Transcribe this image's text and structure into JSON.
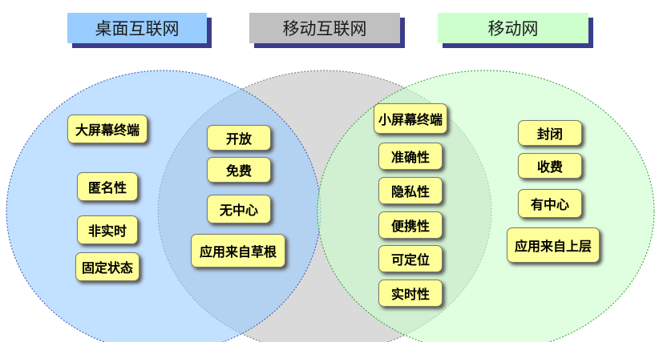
{
  "headers": {
    "desktop": {
      "label": "桌面互联网",
      "color": "#99ccff"
    },
    "mobile_internet": {
      "label": "移动互联网",
      "color": "#c0c0c0"
    },
    "mobile": {
      "label": "移动网",
      "color": "#ccffcc"
    }
  },
  "circles": {
    "desktop": {
      "fill": "#99ccff"
    },
    "mobile_internet": {
      "fill": "#c8c8c8"
    },
    "mobile": {
      "fill": "#ccffcc"
    }
  },
  "tags": {
    "desktop_only": [
      "大屏幕终端",
      "匿名性",
      "非实时",
      "固定状态"
    ],
    "desktop_mobint": [
      "开放",
      "免费",
      "无中心",
      "应用来自草根"
    ],
    "mobint_mobile": [
      "小屏幕终端",
      "准确性",
      "隐私性",
      "便携性",
      "可定位",
      "实时性"
    ],
    "mobile_only": [
      "封闭",
      "收费",
      "有中心",
      "应用来自上层"
    ]
  }
}
